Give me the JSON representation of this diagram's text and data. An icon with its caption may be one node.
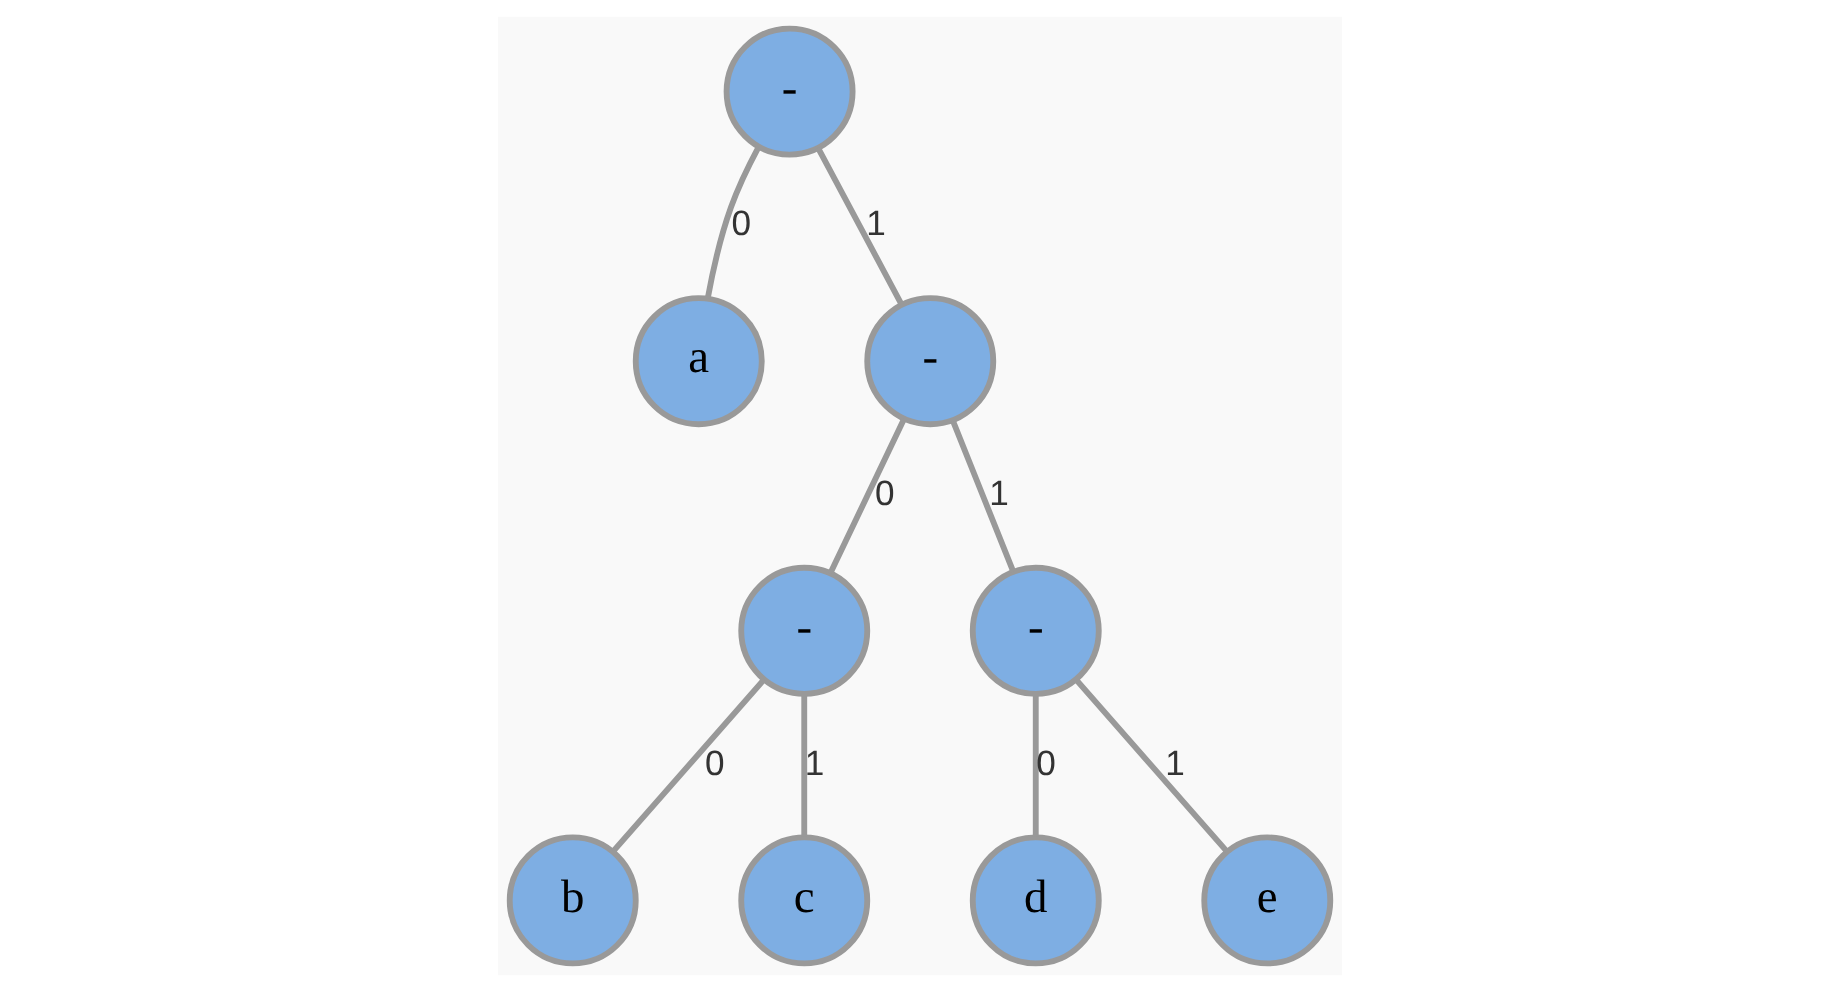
{
  "diagram": {
    "nodes": [
      {
        "text": [
          "-"
        ]
      },
      {
        "text": [
          "a"
        ]
      },
      {
        "text": [
          "-"
        ]
      },
      {
        "text": [
          "-"
        ]
      },
      {
        "text": [
          "-"
        ]
      },
      {
        "text": [
          "b"
        ]
      },
      {
        "text": [
          "c"
        ]
      },
      {
        "text": [
          "d"
        ]
      },
      {
        "text": [
          "e"
        ]
      }
    ],
    "edges": [
      {
        "from": 0,
        "to": 1,
        "arrow": "none",
        "label": "0"
      },
      {
        "from": 0,
        "to": 2,
        "arrow": "none",
        "label": "1"
      },
      {
        "from": 2,
        "to": 3,
        "arrow": "none",
        "label": "0"
      },
      {
        "from": 2,
        "to": 4,
        "arrow": "none",
        "label": "1"
      },
      {
        "from": 3,
        "to": 5,
        "arrow": "none",
        "label": "0"
      },
      {
        "from": 3,
        "to": 6,
        "arrow": "none",
        "label": "1"
      },
      {
        "from": 4,
        "to": 7,
        "arrow": "none",
        "label": "0"
      },
      {
        "from": 4,
        "to": 8,
        "arrow": "none",
        "label": "1"
      }
    ]
  }
}
